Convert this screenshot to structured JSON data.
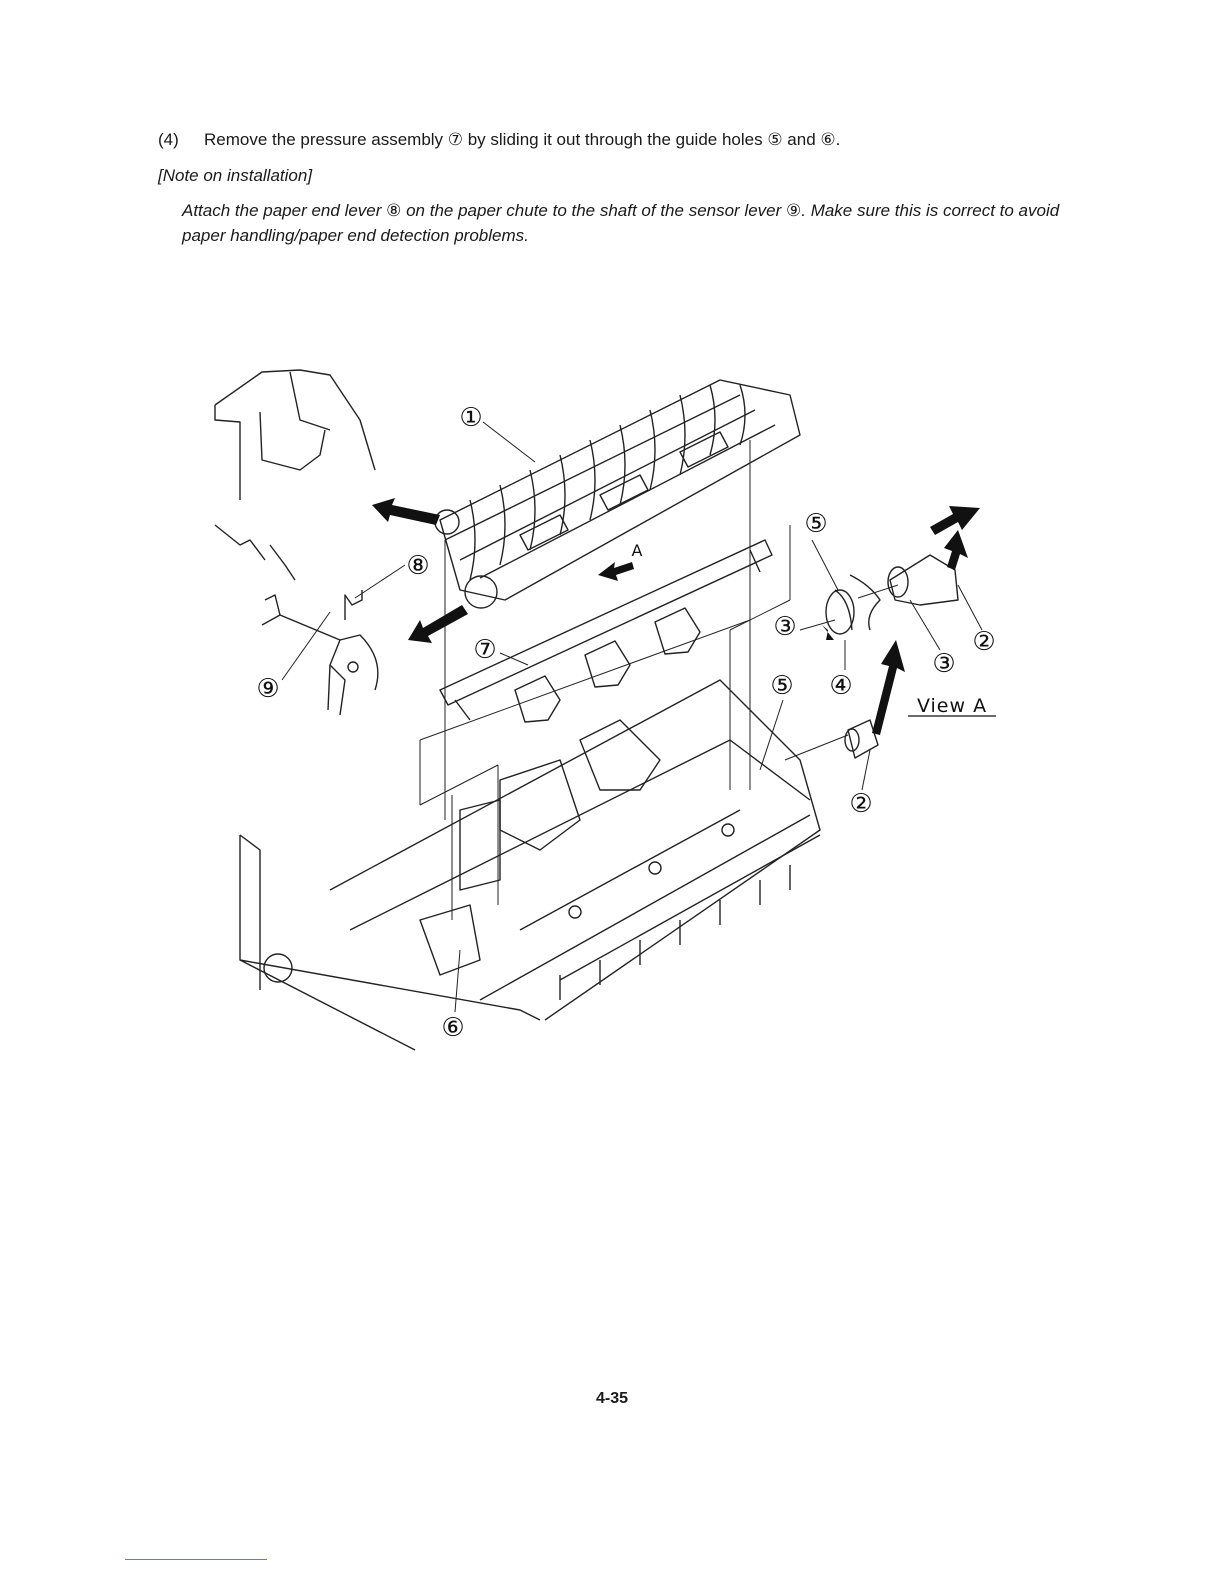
{
  "step": {
    "number": "(4)",
    "text": "Remove the pressure assembly ⑦ by sliding it out through the guide holes ⑤ and ⑥."
  },
  "note": {
    "heading": "[Note on installation]",
    "body": "Attach the paper end lever ⑧ on the paper chute to the shaft of the sensor lever ⑨. Make sure this is correct to avoid paper handling/paper end detection problems."
  },
  "figure": {
    "callouts": {
      "c1": "①",
      "c2a": "②",
      "c2b": "②",
      "c3a": "③",
      "c3b": "③",
      "c4": "④",
      "c5a": "⑤",
      "c5b": "⑤",
      "c6": "⑥",
      "c7": "⑦",
      "c8": "⑧",
      "c9": "⑨"
    },
    "direction_label": "A",
    "view_label": "View A"
  },
  "page_number": "4-35"
}
